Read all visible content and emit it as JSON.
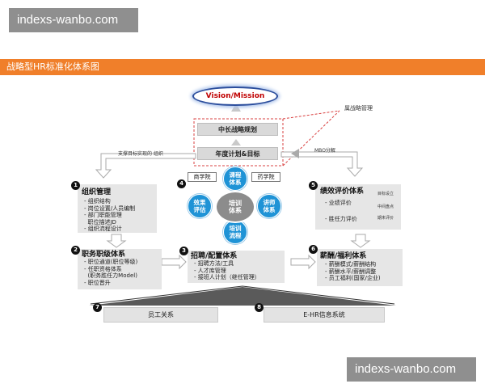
{
  "watermark_top": "indexs-wanbo.com",
  "watermark_bottom": "indexs-wanbo.com",
  "banner_title": "战略型HR标准化体系图",
  "vision": "Vision/Mission",
  "strategy_label": "属战略管理",
  "mid_long_plan": "中长战略规划",
  "annual_plan": "年度计划&目标",
  "support_label": "支撑目标实现的  组织",
  "mbo_label": "MBO分解",
  "training": {
    "tab_business": "商学院",
    "tab_pharma": "药学院",
    "top": "课程\n体系",
    "left": "效果\n评估",
    "right": "讲师\n体系",
    "bottom": "培训\n流程",
    "center": "培训\n体系"
  },
  "section1": {
    "num": "1",
    "title": "组织管理",
    "items": [
      "- 组织结构",
      "- 岗位设置/人员编制",
      "- 部门职能管理",
      "  职位描述JD",
      "- 组织流程设计"
    ]
  },
  "section2": {
    "num": "2",
    "title": "职务职级体系",
    "items": [
      "- 职位通道(职位等级)",
      "- 任职资格体系",
      "  (职务胜任力Model)",
      "- 职位晋升"
    ]
  },
  "section3": {
    "num": "3",
    "title": "招聘/配置体系",
    "items": [
      "- 招聘方法/工具",
      "- 人才库管理",
      "- 接班人计划（继任管理）"
    ]
  },
  "section4": {
    "num": "4"
  },
  "section5": {
    "num": "5",
    "title": "绩效评价体系",
    "items": [
      "- 业绩评价",
      "- 胜任力评价"
    ],
    "side": [
      "目标设立",
      "中间盘点",
      "期末评价"
    ]
  },
  "section6": {
    "num": "6",
    "title": "薪酬/福利体系",
    "items": [
      "- 薪酬模式/薪酬结构",
      "- 薪酬水平/薪酬调整",
      "- 员工福利(国家/企业)"
    ]
  },
  "section7": {
    "num": "7",
    "title": "员工关系"
  },
  "section8": {
    "num": "8",
    "title": "E-HR信息系统"
  },
  "colors": {
    "banner": "#f07f2a",
    "training_blue": "#1f93d6",
    "vision_text": "#c00000",
    "dashed_red": "#d94040"
  }
}
